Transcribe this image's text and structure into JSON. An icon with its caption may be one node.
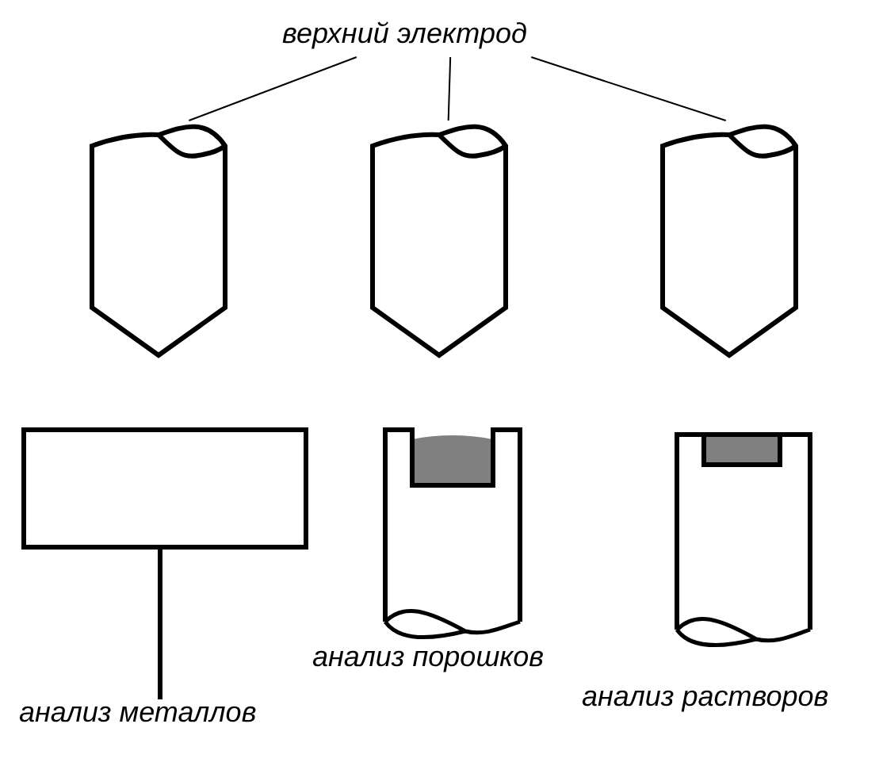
{
  "diagram": {
    "nodes": [
      {
        "text": [
          "верхний электрод"
        ]
      },
      {
        "text": [],
        "shape": "cylinder"
      },
      {
        "text": [],
        "shape": "cylinder"
      },
      {
        "text": [],
        "shape": "cylinder"
      },
      {
        "text": [],
        "shape": "box",
        "beside": [
          "анализ металлов"
        ]
      },
      {
        "text": [],
        "shape": "cylinder",
        "beside": [
          "анализ порошков"
        ]
      },
      {
        "text": [],
        "shape": "cylinder",
        "beside": [
          "анализ растворов"
        ]
      }
    ],
    "edges": [
      {
        "from": 0,
        "to": 1,
        "arrow": "none"
      },
      {
        "from": 0,
        "to": 2,
        "arrow": "none"
      },
      {
        "from": 0,
        "to": 3,
        "arrow": "none"
      }
    ]
  }
}
